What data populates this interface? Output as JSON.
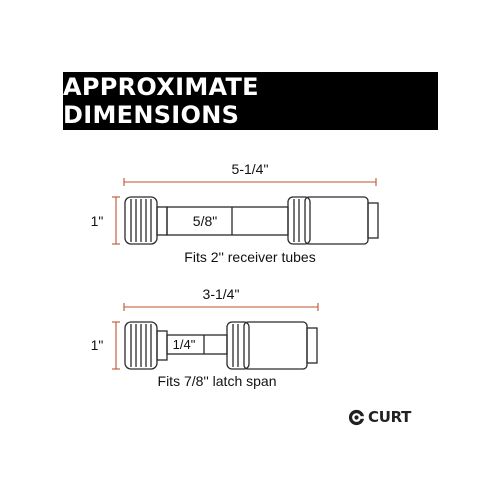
{
  "title": "APPROXIMATE DIMENSIONS",
  "pin1": {
    "length": "5-1/4\"",
    "height": "1\"",
    "shaft": "5/8\"",
    "caption": "Fits 2'' receiver tubes"
  },
  "pin2": {
    "length": "3-1/4\"",
    "height": "1\"",
    "shaft": "1/4\"",
    "caption": "Fits 7/8'' latch span"
  },
  "brand": "CURT",
  "colors": {
    "dimension_line": "#c0522e",
    "banner": "#000000",
    "outline": "#2a2a2a"
  }
}
